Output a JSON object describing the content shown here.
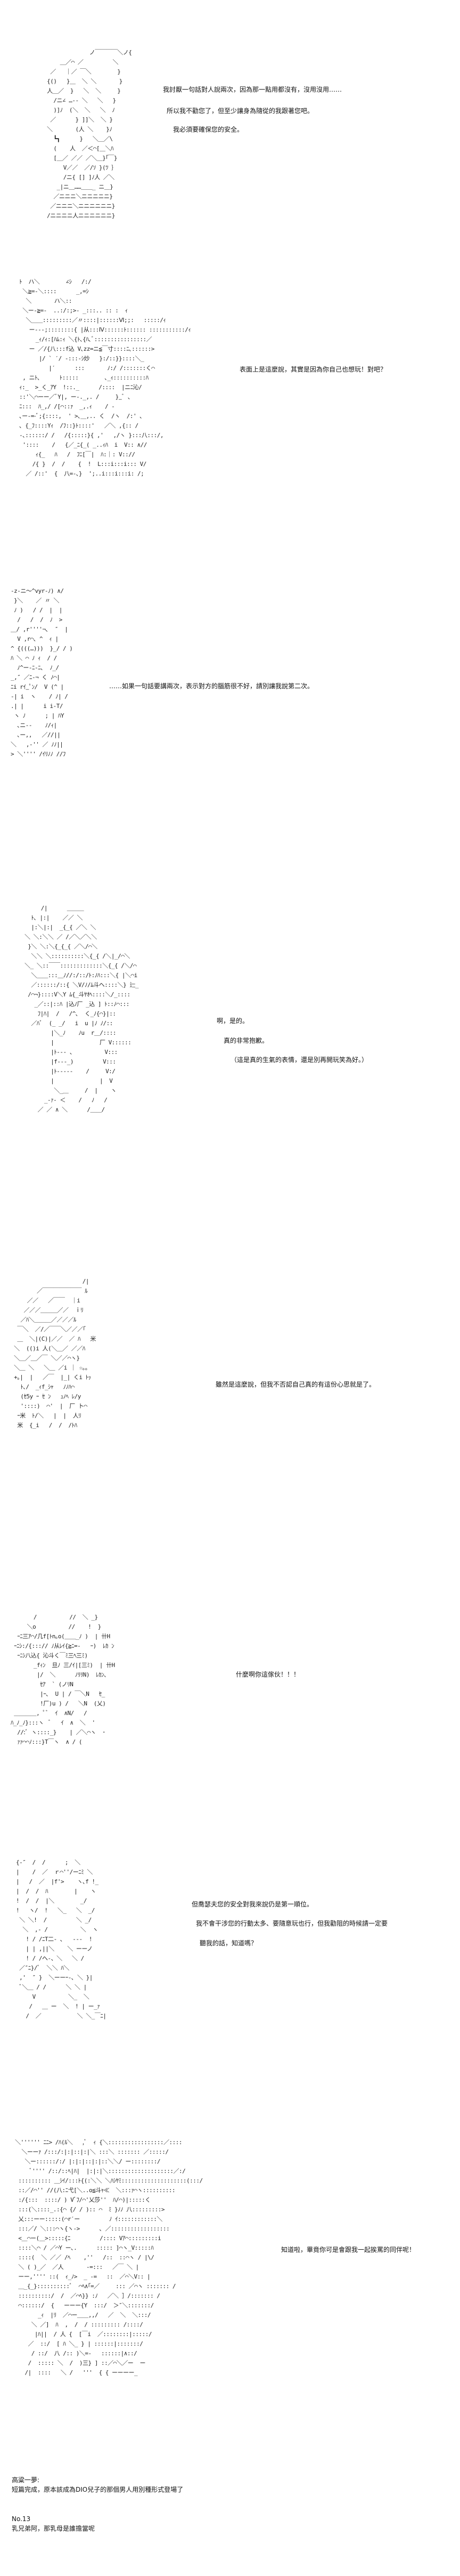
{
  "panels": [
    {
      "id": 1,
      "art": "              ノ￣￣￣￣＼ノ{\n     ＿／⌒ ／         ＼\n  ／   ｜／ ￣＼        }\n {()   }＿  ＼ ＼       }\n 人＿／  }   ＼  ＼     }\n   /ニ∠ …-- ＼   ＼   }\n   )]ﾉ  (＼  ＼   ＼  ﾉ\n  ／      } ]]＼  ＼ }\n ＼       (人 ＼    }ﾉ\n   ┗┓      }   ＼＿／\\\n   (    人  ／＜⌒[＿＼ﾊ\n   [＿／ ／／ ／＼＿}｢￣}\n      V／／  ／/ｿ }(ﾂ ｝\n      /ニ{ [] ]ﾉ人 ／＼\n    _|ニ＿……＿＿_ ニ＿}\n   ／ニニニ＼ニニニニニ}\n  ／ニニニ＼ニニニニニニ}\n /ニニニニ人ニニニニニニ}",
      "lines": [
        "我討厭一句話對人說兩次，因為那一點用都沒有，沒用沒用……",
        "所以我不勸您了，但至少讓身為隨從的我跟著您吧。",
        "我必須要確保您的安全。"
      ]
    },
    {
      "id": 2,
      "art": " ﾄ  ハ＼        ∠ｼ   /:/\n  ＼≧=-＼::::      _,=ｼ\n   ＼       ハ＼::\n  ＼ー-≧=-  ..:/:;>- _:::.. :: :  ｨ\n   ＼＿＿:::::::::／〃::::|::::::Ⅵ;;:   :::::/ｨ\n    ー---;::::::::{ |从:::Ⅳ::::::ﾄ:::::: :::::::::::/ｨ\n      _ｨ/ｨ:[ﾊﾑ:ｨ ＼{ﾄ､{ﾊ､ﾞ::::::::::::::::／\n    ー ／/{八:::f込 V､zz=ニ≦￣寸::::ﾆ､::::::>\n       |/ ` ′/ -:::-ｼ炒   }:/::}}::::＼_\n          |′      :::       ﾉ:/ /:::::::く⌒\n  , ニﾄ､      ﾄ:::::        ､_ｨ::::::::::ﾊ\n ｨ:_  >_く_ｱY  !::._      /::::  |ニﾆ沁/\n ::'＼⌒ーー／ﾞY|, ー-._,. /     }_ﾞ ､\n ﾆ:::  ﾊ_,/ /[⌒::ｧ  _,.ｨ    / -\n ､ー-=-ﾞ;{::::,  ' >､＿,.. く  /ヽ  /:' ､\n ､ {_ﾌ::::Yｨ  /ﾌ::}ﾄ::::'   ／＼ ,{:: /\n -､::::::/ /   /{:::::}{ ,'   ,/ヽ }:::八:::/,\n  '::::    /   {／_ﾆ{_( _..ｨﾊ  i  V:: ∧//\n      ｨ{_   ﾊ   /  ﾌﾆ[￣|  ﾊ:｜: V:://\n     /{ }  /  /    {  !  L:::i:::i::: V/\n   ／ /::'  {  八=-､}  ';..i:::i:::i: /;",
      "lines": [
        "表面上是這麼說，其實是因為你自己也想玩！對吧？"
      ]
    },
    {
      "id": 3,
      "art": "-z-ニ～^vyr-ﾉ) ∧/\n }＼    ／ 〃 ＼\n ﾉ )   / /  |  |\n  /   /  /  ﾉ  >\n＿/ ,r''''¬､  ″  |\n  V ,r⌒､ ^  ｨ |\n^ {(((…)))  }_/ / )\nﾊ ＼ ⌒ ﾉ ｨ  / /\n  ﾉ^ー-ﾆ-ﾆ､  ﾉ_/\n_,″ ／ﾆ-¬ く ﾉ⌒|\nﾆi rｲ_ﾟﾝ/  V (^ |\n-| i  ヽ    / ﾉ| /\n.| |      i i-T/\n ヽ ﾉ      ; | ﾊY\n  ､ニ--    ﾉ/ｨ|\n  ､ー,,   ／//||\n＼   ,-'' ／ ﾉﾉ||\n> ＼'''' /ｲﾘﾉﾉ //ﾌ",
      "lines": [
        "……如果一句話要講兩次，表示對方的腦筋很不好，請別讓我說第二次。"
      ]
    },
    {
      "id": 4,
      "art": "      /|      ＿＿＿\n   ﾄ､ |:|    ／／ ＼\n   |:＼|:|  _{_{ ／＼ ＼\n ＼ ＼:＼＼ ／ /／＼／＼＼\n  }＼ ＼:＼{_{_{ ／＼/⌒＼\n   ＼＼ ＼::::::::::＼{_{ /＼|_/⌒＼\n ＼_ ＼::￣￣:::::::::::::＼{_{ /＼/⌒\n   ＼＿＿:::＿ﾉ//:/::/ﾄ:ﾉﾊ:::＼{ |＼⌒i\n   ／::::::/::{ ＼V/ﾉ/ﾑ斗ヘ::::＼} 辷_\n  /⌒¬}::::V＼Y ﾑ{_斗ﾔｵﾍ::::＼/_::::\n    _／::|::ﾊ |込ﾉ厂 _込 ] ﾄ::ﾉ⌒:::\n     ﾌ|ﾊ|  /   /^､  く_ﾉ{⌒}|::\n   ／ﾊﾞ  (_ _/   i  u |ﾉ ﾉ/::\n         |＼_ﾉ    ﾉu  r＿/::::\n         |              厂 V::::::\n         |ﾄ--- 、         V:::\n         |f---_)         V:::\n         |ﾄ-----    /     V:/\n         |              |  V\n          ＼_＿     /  |    ヽ\n       _-ｧ- ＜    /   ﾉ   /\n     ／ ／ ∧ ＼      /＿＿/",
      "lines": [
        "啊，是的。",
        "真的非常抱歉。",
        "（這是真的生氣的表情，還是別再開玩笑為好。）"
      ]
    },
    {
      "id": 5,
      "art": "                      /|\n        ／￣￣￣￣￣￣￣ ﾙ\n     ／／   ／￣￣  ｜i\n    ／／／＿＿＿／／  ｉﾘ\n   ／ﾊ＼＿＿＿／／／／ﾙ\n  ￣＼  ／/／￣￣＼／／／｢\n  ＿  ＼|(C)|／／  ／ ﾊ   米\n ＼  (()i 人(＼＿／ ／／ﾊ\n ＼＿／＿／￣ ＼／／⌒ヽ}\n ＼＿ ＼   ＼＿ ／i ｜ ☆｡｡\n +｡|  |   ／￣  |_| くi ﾄｯ\n   ﾄ､/  _ｨf_ｼｬ   ﾉﾉﾊ⌒\n   (ｾ5y ｰ ｾ ﾝ   ｭﾉﾍ ﾚ/y\n   '::::)  ⌒'  |  厂 ト⌒\n  ｰ米  ﾄ/＼   |  |  人ﾘ\n  米  {_i   /  /  /ﾄﾊ",
      "lines": [
        "雖然是這麼說，但我不否認自己真的有這份心思就是了。"
      ]
    },
    {
      "id": 6,
      "art": "       /          //  ＼ _}\n     ＼o          //    !  }\n  ｰﾆ三ｱ⌒/几f[ﾄn｡o(＿＿_ﾉ )  | 卄H\n ｰﾆｼ:/{:::// ﾉ从ﾚｲ{≧ﾆ=-   ｰ)  ﾚｶ ﾝ\n  ｰﾆｼ八込{ 沁斗く￣ﾐ三ﾍ三ﾐ)\n       _fｨﾝ  旦ﾉ 三/ｲ|[三ﾐ)  | 卄H\n        |/  ＼      ﾉﾘﾘN)  ﾚｶﾝ､\n         ｾｱ  ` (ノﾘN\n         |ｰ､  U | / ￣＼N   ｾ_\n         !厂)u ) /   ＼N  (乂)\n ＿＿＿＿, ﾟﾞ  ｲ  ∧N/   /\nﾊ_ﾉ_ﾉ}:::ヽ  ﾞ   ｲ  ∧  ＼  '\n  //:ﾞ ヽ::::_}    | ／＼⌒ヽ  ･\n  ｧｧ⌒⌒ﾉ:::}T￣ヽ  ∧ / (",
      "lines": [
        "什麼啊你這傢伙！！！"
      ]
    },
    {
      "id": 7,
      "art": "{-″  /  /      ;  ＼\n|    /  ／  ｒ⌒''/ーﾆﾐ ＼\n|   /  ／  |f'>    ヽ､f !_\n|  /  /  ﾊ        |    ヽ\n!  /  /  |＼        _/\n!   ヽ/  !   ＼_   ＼  _/\n ＼ ＼!  /         ＼ _/\n  ＼  ,- /          ＼  ヽ\n   ! / /ﾆT二- ､   ---  !\n   | | ,||＼    ＼ ーーノ\n   ! / /へ-、＼   ＼ /\n ／″ﾆ}/ﾞ  ＼＼ ﾊ＼\n ,'  ″ }  ＼ーーｰ-､ ＼ }|\n ﾞ＼＿ / /      ＼ ＼ |\n     V          ＼_  ＼\n    /   ＿ ー  ＼  ! | ー_ｧ\n   /  ／           ＼ ＼_￣ﾆ|",
      "lines": [
        "但喬瑟夫您的安全對我來說仍是第一順位。",
        "我不會干涉您的行動太多、要隨意玩也行，但我勸阻的時候請一定要",
        "聽我的話，知道嗎？"
      ]
    },
    {
      "id": 8,
      "art": " ＼'''''' ﾆﾆ> /ﾊ(ﾙ＼   ,ﾞ  ｨ {＼:::::::::::::::::／::::\n   ＼ーーｧ /:::/:|:|::|:|＼ :::＼ ::::::: ／:::::/\n    ＼ー::::::/:/ |:|:|::|:|::＼＼/ ー::::::::/\n      ﾞ'''' /::/::ﾍ|ﾊ|  |:|:|＼::::::::::::::::::::／:/\n  :::::::::: ＿ｼｲ/:::ﾄ{(:＼＼ ＼ﾊｼﾔﾐ::::::::::::::::::::(:::/\n  ::／/⌒'' //(八:ﾆ弋[＼..o≦斗ｬ≪  ＼:::ｧ⌒ヽ::::::::::\n  :/{:::  ::::/ ) Vﾞﾌ/⌒'乂莎''  ﾊ/⌒)|:::::く\n  :::(＼::::_.:{⌒ {/ / ):: ⌒  ﾐ }ﾉﾉ 八:::::::::>\n  乂:::ーー:::::(⌒r′ー         ﾉ ｲ::::::::::::＼\n  :::／/ ＼:::⌒ヽ{ヽ->      ､ ／::::::::::::::::::\n  <＿⌒ー(＿>:::::{ﾆ         /:::: Vｱ⌒:::::::::i\n  ::::＼⌒ / ／⌒Y ー､.      ::::: ]⌒ヽ_V:::::ﾊ\n  ::::(  ＼ ／／ /ﾍ    ,''   /::  ::⌒ヽ / |\\/\n  ＼ ( )_／  ／人       -=:::   ／￣ ＼ |\n  ーー,'''' ::(  ｨ_ﾉ>  _ -=   ::  ／⌒＼V:: |\n  ＿_{_}::::::::::ﾞ  ⌒ﾍ∧｢=／     ::: ／⌒ヽ ::::::: /\n  ::::::::::/  /  ／⌒ﾍ}} :ﾉ   ／＼ ］/::::::: /\n  ⌒::::::/  {   ーーー{Y  :::/  ＞″＼:::::::/\n        _ｨ  |ﾘ  ／⌒ー＿＿,,/   ／  ＼  ＼:::/\n      ＼ ／]  ﾊ  ,  /  / ::::::::: /::::/\n       |ﾊ||  / 人 {  [￣i  ／::::::::|:::::/\n     ／  ::/  [ ﾊ ＼_ } | ::::::|:::::::/\n      / ::/  八 /:: )＼=-   ::::::|∧::/\n     /  ::::: ＼  /  )三} ] ::／⌒＼／ー  ー\n    /|  ::::   ＼ /   '''  { { ーーーー_",
      "lines": [
        "知道啦，畢竟你可是會跟我一起挨罵的同伴呢！"
      ]
    }
  ],
  "footer": {
    "note_title": "高粱一夢:",
    "note_body": "短篇完成，原本該成為DIO兒子的那個男人用別種形式登場了",
    "episode": "No.13",
    "episode_caption": "乳兄弟阿，那乳母是誰擔當呢"
  }
}
